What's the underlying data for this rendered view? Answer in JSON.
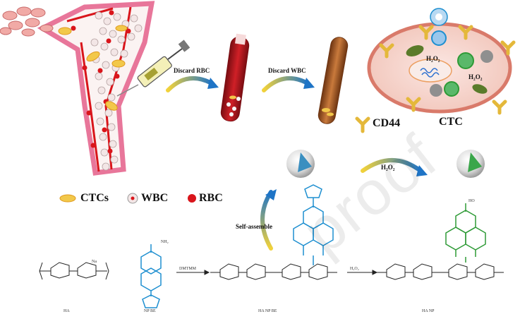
{
  "steps": {
    "discard_rbc": "Discard RBC",
    "discard_wbc": "Discard WBC",
    "self_assemble": "Self-assemble",
    "h2o2_arrow": "H₂O₂"
  },
  "legend": {
    "ctcs": "CTCs",
    "wbc": "WBC",
    "rbc": "RBC"
  },
  "cell": {
    "label": "CTC",
    "receptor": "CD44",
    "h2o2_top": "H₂O₂",
    "h2o2_right": "H₂O₂"
  },
  "chemistry": {
    "ha_label": "HA",
    "npbe_label": "NP BE",
    "haxnpbe_label": "HA NP BE",
    "hanp_label": "HA NP",
    "reagent": "DMTMM",
    "oxidant": "H₂O₂",
    "nh2": "NH₂",
    "ho": "HO",
    "na": "Na"
  },
  "watermark": "proof",
  "colors": {
    "vessel_wall": "#e8769a",
    "rbc": "#d91518",
    "ctc": "#f2c84a",
    "wbc_fill": "#f1e3e3",
    "blood_tube": "#c51a22",
    "brown_tube": "#b5652c",
    "cd44": "#e4b83a",
    "probe_blue": "#1e8fd0",
    "product_green": "#2e9a36",
    "arrow_yellow": "#f0d13c",
    "arrow_blue": "#1e78c8"
  }
}
